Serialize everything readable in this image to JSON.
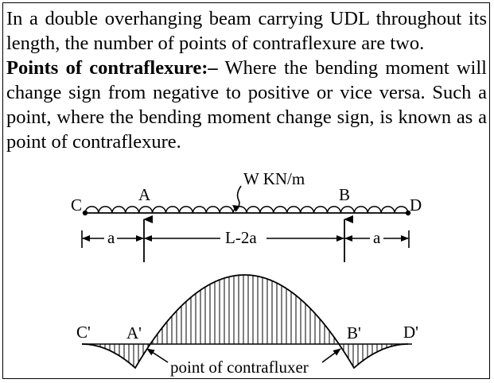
{
  "intro_text": "In a double overhanging beam carrying UDL throughout its length, the number of points of contraflexure are two.",
  "definition": {
    "term": "Points of contraflexure:–",
    "body": " Where the bending moment will change sign from negative to positive or vice versa. Such a point, where the bending moment change sign, is known as a point of contraflexure."
  },
  "beam_labels": {
    "load": "W  KN/m",
    "end_left": "C",
    "support_left": "A",
    "support_right": "B",
    "end_right": "D"
  },
  "dimensions": {
    "left_overhang": "a",
    "span": "L-2a",
    "right_overhang": "a"
  },
  "bmd_labels": {
    "end_left": "C'",
    "support_left": "A'",
    "support_right": "B'",
    "end_right": "D'",
    "annotation": "point of contrafluxer"
  }
}
